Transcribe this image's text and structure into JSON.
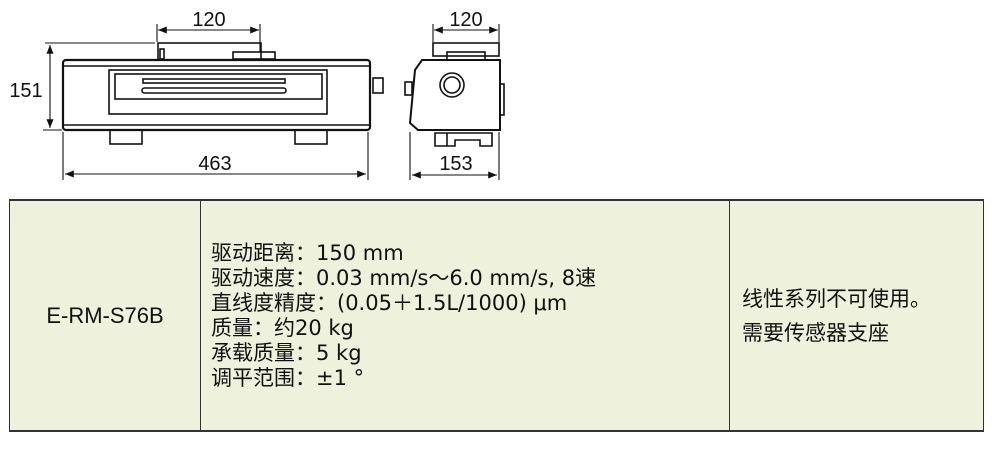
{
  "drawing": {
    "front_view": {
      "width_top_plate": "120",
      "height": "151",
      "length": "463"
    },
    "side_view": {
      "width_top_plate": "120",
      "depth": "153"
    }
  },
  "table": {
    "model": "E-RM-S76B",
    "specs": [
      "驱动距离：150 mm",
      "驱动速度：0.03 mm/s～6.0 mm/s, 8速",
      "直线度精度：(0.05＋1.5L/1000) μm",
      "质量：约20 kg",
      "承载质量：5 kg",
      "调平范围：±1 °"
    ],
    "notes": [
      "线性系列不可使用。",
      "需要传感器支座"
    ]
  }
}
